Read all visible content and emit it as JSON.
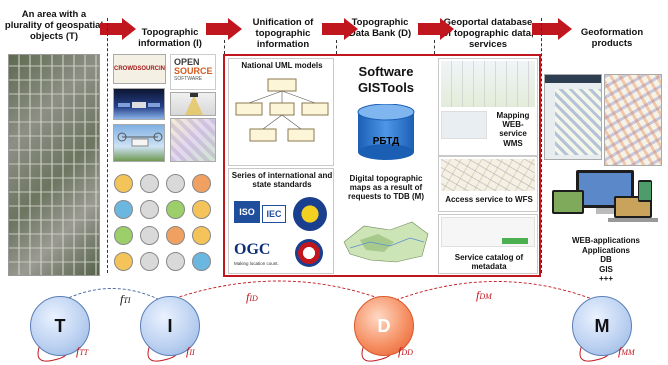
{
  "headers": {
    "t": "An area with a plurality of geospatial objects (T)",
    "i": "Topographic information (I)",
    "u": "Unification of topographic information",
    "d": "Topographic Data Bank (D)",
    "g": "Geoportal database of topographic data, services",
    "p": "Geoformation products"
  },
  "unification": {
    "uml_title": "National UML models",
    "standards_title": "Series of international and state standards",
    "iso_label": "ISO",
    "iec_label": "IEC",
    "ogc_label": "OGC",
    "ogc_tagline": "Making location count."
  },
  "tdb": {
    "software_title": "Software GISTools",
    "cylinder_label": "РБТД",
    "maps_title": "Digital topographic maps as a result of requests to TDB (M)"
  },
  "geoportal": {
    "wms_label": "Mapping WEB- service WMS",
    "wfs_label": "Access service to WFS",
    "catalog_label": "Service catalog of metadata"
  },
  "topo_info": {
    "crowdsourcing": "CROWDSOURCING",
    "opensource_1": "OPEN",
    "opensource_2": "SOURCE",
    "opensource_3": "SOFTWARE"
  },
  "products": {
    "lines": [
      "WEB-applications",
      "Applications",
      "DB",
      "GIS",
      "+++"
    ]
  },
  "nodes": {
    "t": "T",
    "i": "I",
    "d": "D",
    "m": "M"
  },
  "functions": {
    "f_ti": {
      "main": "f",
      "sub": "TI"
    },
    "f_id": {
      "main": "f",
      "sub": "ID"
    },
    "f_dm": {
      "main": "f",
      "sub": "DM"
    },
    "f_tt": {
      "main": "f",
      "sub": "TT"
    },
    "f_ii": {
      "main": "f",
      "sub": "II"
    },
    "f_dd": {
      "main": "f",
      "sub": "DD"
    },
    "f_mm": {
      "main": "f",
      "sub": "MM"
    }
  },
  "colors": {
    "accent_red": "#c0161e",
    "node_blue": "#b9cff0",
    "node_orange": "#f48a5c"
  }
}
